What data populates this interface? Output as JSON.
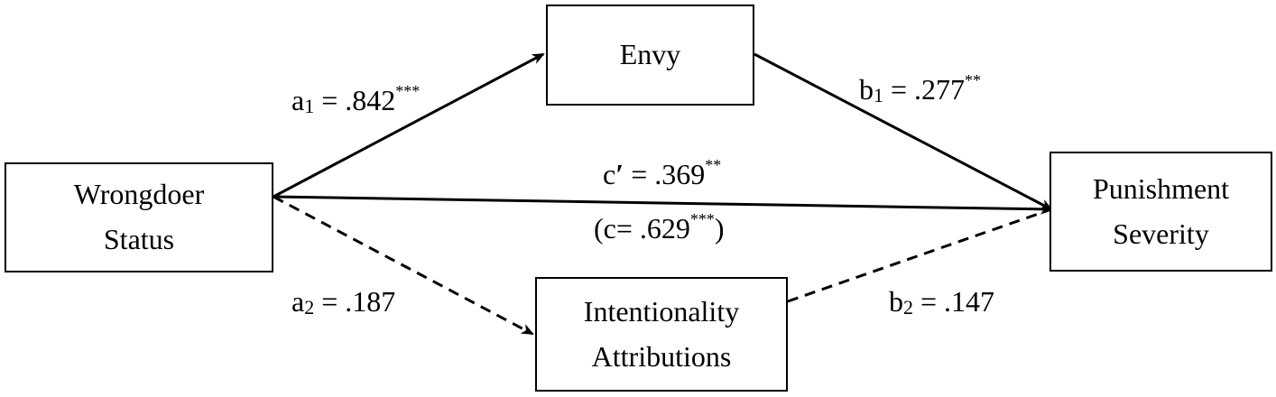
{
  "nodes": {
    "wrongdoer_status": {
      "line1": "Wrongdoer",
      "line2": "Status"
    },
    "envy": {
      "label": "Envy"
    },
    "punishment_severity": {
      "line1": "Punishment",
      "line2": "Severity"
    },
    "intentionality": {
      "line1": "Intentionality",
      "line2": "Attributions"
    }
  },
  "paths": {
    "a1": {
      "symbol": "a",
      "subscript": "1",
      "value": " = .842",
      "stars": "***"
    },
    "b1": {
      "symbol": "b",
      "subscript": "1",
      "value": " = .277",
      "stars": "**"
    },
    "c_prime": {
      "symbol": "c",
      "prime": "′",
      "value": " = .369",
      "stars": "**"
    },
    "c_total": {
      "open": "(c= .629",
      "stars": "***",
      "close": ")"
    },
    "a2": {
      "symbol": "a",
      "subscript": "2",
      "value": " = .187"
    },
    "b2": {
      "symbol": "b",
      "subscript": "2",
      "value": " = .147"
    }
  },
  "edge_styles": {
    "significant": "solid",
    "nonsignificant": "dashed"
  },
  "colors": {
    "stroke": "#000000",
    "background": "#ffffff"
  }
}
